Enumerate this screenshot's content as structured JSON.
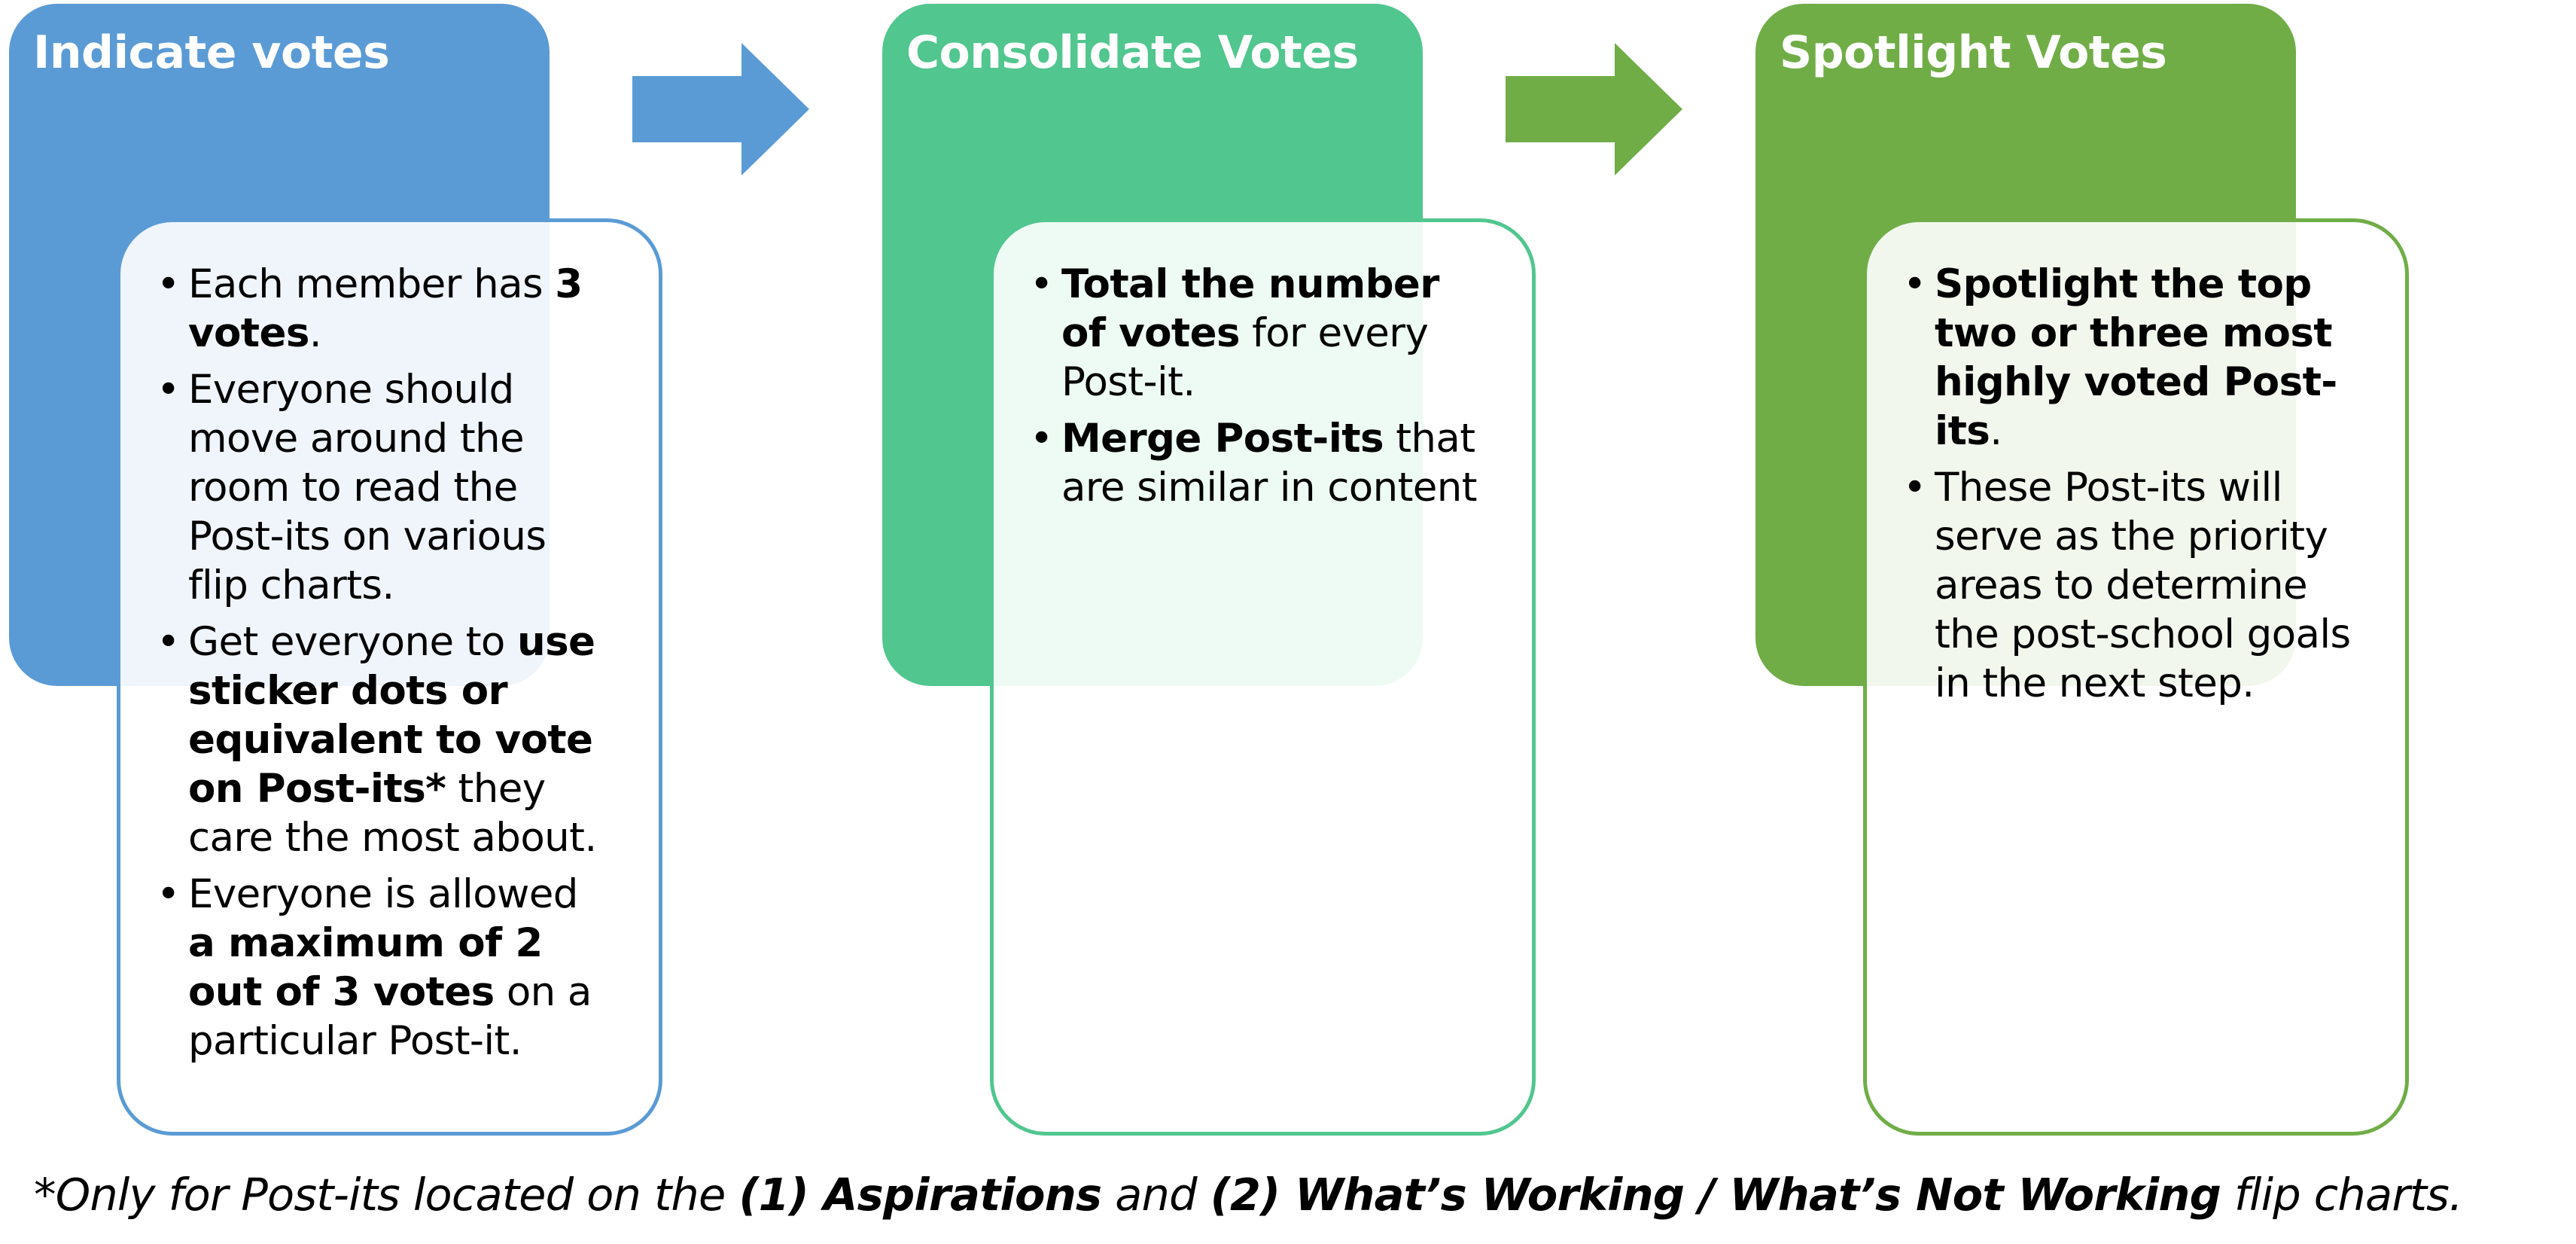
{
  "colors": {
    "stage1": "#5b9bd5",
    "stage2": "#51c68f",
    "stage3": "#70ad47",
    "arrow1": "#5b9bd5",
    "arrow2": "#70ad47"
  },
  "stages": [
    {
      "title": "Indicate votes",
      "bullets": [
        [
          {
            "t": "Each member has "
          },
          {
            "t": "3 votes",
            "b": true
          },
          {
            "t": "."
          }
        ],
        [
          {
            "t": "Everyone should move around the room to read the Post-its on various flip charts."
          }
        ],
        [
          {
            "t": "Get everyone to "
          },
          {
            "t": "use sticker dots or equivalent to vote on Post-its*",
            "b": true
          },
          {
            "t": " they care the most about."
          }
        ],
        [
          {
            "t": "Everyone is allowed "
          },
          {
            "t": "a maximum of 2 out of 3 votes",
            "b": true
          },
          {
            "t": " on a particular Post-it."
          }
        ]
      ]
    },
    {
      "title": "Consolidate Votes",
      "bullets": [
        [
          {
            "t": "Total the number of votes",
            "b": true
          },
          {
            "t": " for every Post-it."
          }
        ],
        [
          {
            "t": "Merge Post-its",
            "b": true
          },
          {
            "t": " that are similar in content"
          }
        ]
      ]
    },
    {
      "title": "Spotlight Votes",
      "bullets": [
        [
          {
            "t": "Spotlight the top two or three most highly voted Post-its",
            "b": true
          },
          {
            "t": "."
          }
        ],
        [
          {
            "t": "These Post-its will serve as the priority areas to determine the post-school goals in the next step."
          }
        ]
      ]
    }
  ],
  "footnote": [
    {
      "t": "*Only for Post-its located on the "
    },
    {
      "t": "(1) Aspirations",
      "b": true
    },
    {
      "t": " and "
    },
    {
      "t": "(2) What’s Working / What’s Not Working",
      "b": true
    },
    {
      "t": " flip charts."
    }
  ]
}
